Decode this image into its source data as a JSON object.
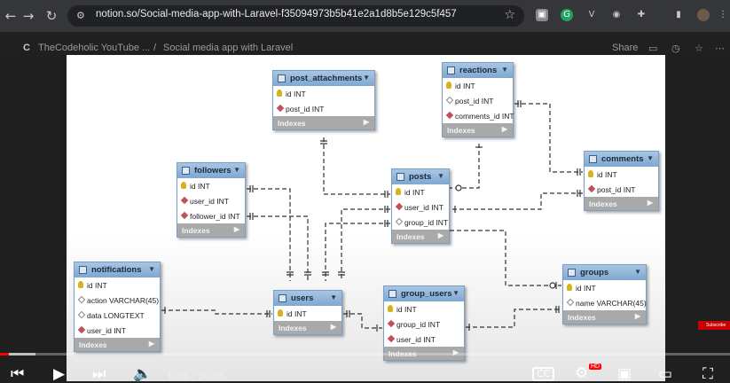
{
  "browser": {
    "url": "notion.so/Social-media-app-with-Laravel-f35094973b5b41e2a1d8b5e129c5f457",
    "back_icon": "back-arrow-icon",
    "forward_icon": "forward-arrow-icon",
    "reload_icon": "reload-icon"
  },
  "notion": {
    "workspace": "TheCodeholic YouTube ...",
    "separator": "/",
    "page": "Social media app with Laravel",
    "share_label": "Share"
  },
  "tables": {
    "post_attachments": {
      "name": "post_attachments",
      "rows": [
        {
          "text": "id INT",
          "kind": "key"
        },
        {
          "text": "post_id INT",
          "kind": "fk"
        }
      ],
      "indexes": "Indexes"
    },
    "reactions": {
      "name": "reactions",
      "rows": [
        {
          "text": "id INT",
          "kind": "key"
        },
        {
          "text": "post_id INT",
          "kind": "col"
        },
        {
          "text": "comments_id INT",
          "kind": "fk"
        }
      ],
      "indexes": "Indexes"
    },
    "followers": {
      "name": "followers",
      "rows": [
        {
          "text": "id INT",
          "kind": "key"
        },
        {
          "text": "user_id INT",
          "kind": "fk"
        },
        {
          "text": "follower_id INT",
          "kind": "fk"
        }
      ],
      "indexes": "Indexes"
    },
    "posts": {
      "name": "posts",
      "rows": [
        {
          "text": "id INT",
          "kind": "key"
        },
        {
          "text": "user_id INT",
          "kind": "fk"
        },
        {
          "text": "group_id INT",
          "kind": "col"
        }
      ],
      "indexes": "Indexes"
    },
    "comments": {
      "name": "comments",
      "rows": [
        {
          "text": "id INT",
          "kind": "key"
        },
        {
          "text": "post_id INT",
          "kind": "fk"
        }
      ],
      "indexes": "Indexes"
    },
    "notifications": {
      "name": "notifications",
      "rows": [
        {
          "text": "id INT",
          "kind": "key"
        },
        {
          "text": "action VARCHAR(45)",
          "kind": "col"
        },
        {
          "text": "data LONGTEXT",
          "kind": "col"
        },
        {
          "text": "user_id INT",
          "kind": "fk"
        }
      ],
      "indexes": "Indexes"
    },
    "users": {
      "name": "users",
      "rows": [
        {
          "text": "id INT",
          "kind": "key"
        }
      ],
      "indexes": "Indexes"
    },
    "group_users": {
      "name": "group_users",
      "rows": [
        {
          "text": "id INT",
          "kind": "key"
        },
        {
          "text": "group_id INT",
          "kind": "fk"
        },
        {
          "text": "user_id INT",
          "kind": "fk"
        }
      ],
      "indexes": "Indexes"
    },
    "groups": {
      "name": "groups",
      "rows": [
        {
          "text": "id INT",
          "kind": "key"
        },
        {
          "text": "name VARCHAR(45)",
          "kind": "col"
        }
      ],
      "indexes": "Indexes"
    }
  },
  "player": {
    "time": "0:35 / 50:05",
    "progress": 0.0117,
    "buffered": 0.048,
    "subscribe_label": "Subscribe",
    "hd_badge": "HD"
  },
  "colors": {
    "accent": "#ff0000",
    "table_header": "#8fb3da"
  }
}
